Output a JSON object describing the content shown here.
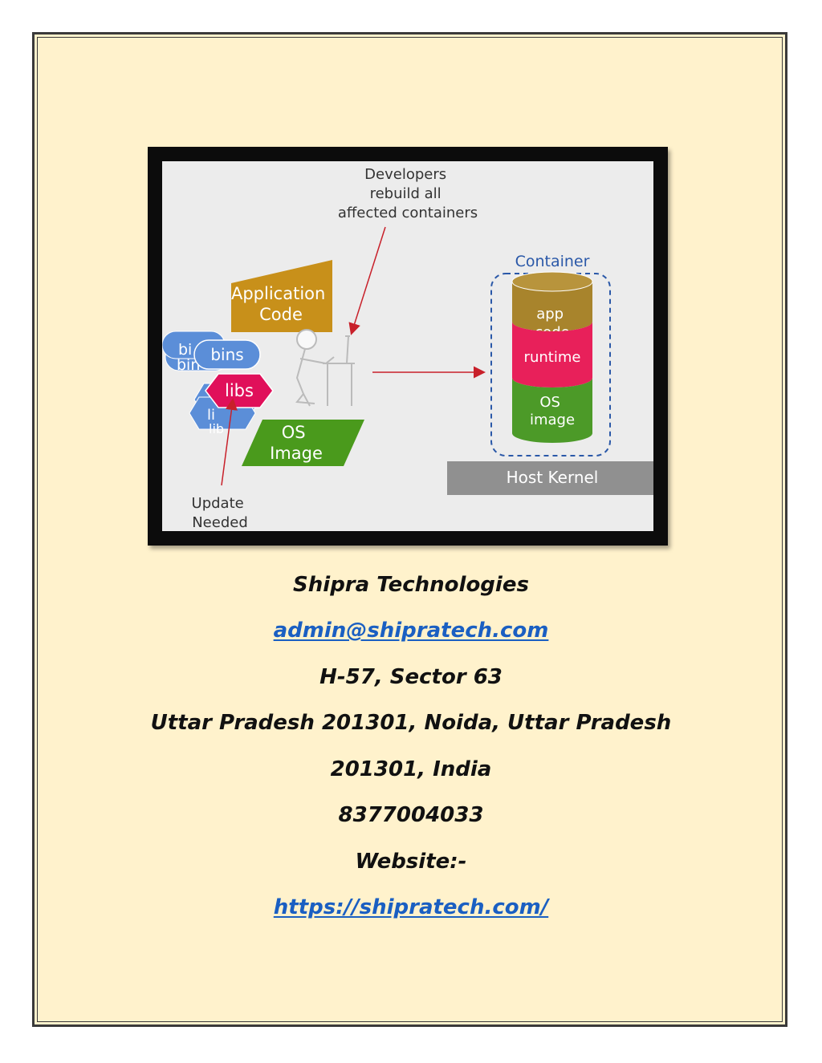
{
  "diagram": {
    "developers_note": [
      "Developers",
      "rebuild all",
      "affected containers"
    ],
    "application_code": [
      "Application",
      "Code"
    ],
    "bins_back": "bi",
    "bins_back2": "bin",
    "bins": "bins",
    "libs_back": "li",
    "libs_back2": "lib",
    "libs": "libs",
    "os_image": [
      "OS",
      "Image"
    ],
    "update_needed": [
      "Update",
      "Needed"
    ],
    "container_title": "Container",
    "layer_app_code": [
      "app",
      "code"
    ],
    "layer_runtime": "runtime",
    "layer_os_image": [
      "OS",
      "image"
    ],
    "host_kernel": "Host Kernel",
    "colors": {
      "application_code": "#c8901a",
      "bins": "#5b8ed8",
      "libs": "#e0105a",
      "os_image": "#4a9a1c",
      "app_layer": "#a8842c",
      "runtime_layer": "#e8205a",
      "os_layer": "#4c9a28",
      "host_kernel": "#909090",
      "arrow": "#c8202a",
      "container_outline": "#2a58a8"
    }
  },
  "contact": {
    "company": "Shipra Technologies",
    "email": "admin@shipratech.com",
    "address_line1": "H-57, Sector 63",
    "address_line2": "Uttar Pradesh 201301, Noida, Uttar Pradesh",
    "address_line3": "201301, India",
    "phone": "8377004033",
    "website_label": "Website:-",
    "website_url": "https://shipratech.com/"
  }
}
